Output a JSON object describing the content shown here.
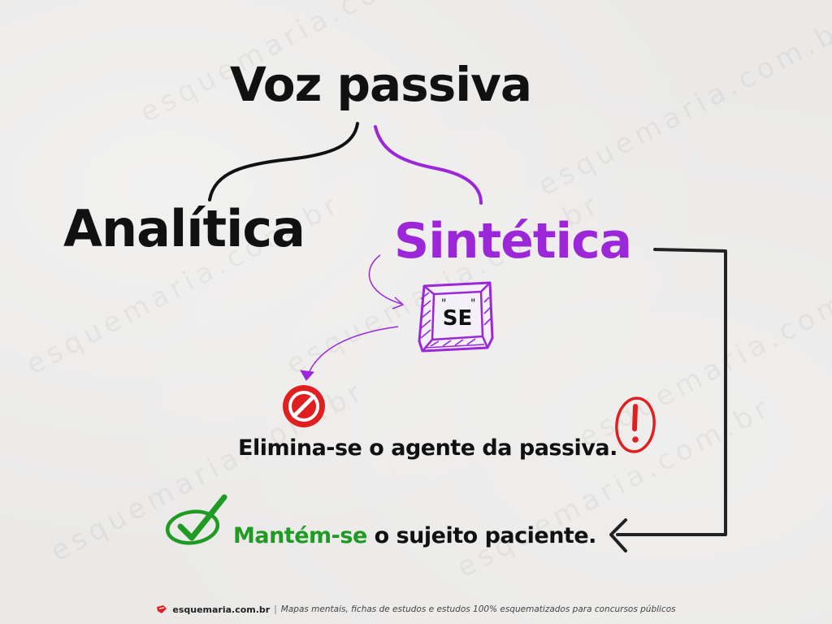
{
  "title": "Voz passiva",
  "branches": {
    "left": "Analítica",
    "right": "Sintética"
  },
  "keyword_box": "SE",
  "statements": {
    "eliminates": "Elimina-se o agente da passiva.",
    "keeps_highlight": "Mantém-se",
    "keeps_rest": " o sujeito paciente."
  },
  "watermark_text": "esquemaria.com.br",
  "footer": {
    "site": "esquemaria.com.br",
    "separator": "|",
    "tagline": "Mapas mentais, fichas de estudos e estudos 100% esquematizados para concursos públicos"
  },
  "colors": {
    "ink": "#111111",
    "purple": "#9b27d8",
    "red": "#e02020",
    "green": "#1f9a23"
  },
  "icons": {
    "prohibited": "prohibited-icon",
    "warning": "exclamation-icon",
    "check": "check-icon"
  }
}
